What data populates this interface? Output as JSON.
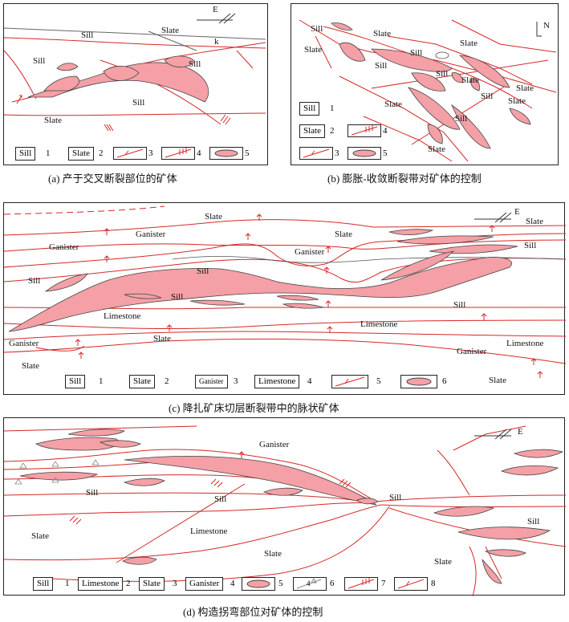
{
  "panel_a": {
    "caption": "(a)  产于交叉断裂部位的矿体",
    "compass": "E",
    "labels": {
      "sill1": "Sill",
      "slate1": "Slate",
      "sill2": "Sill",
      "sill3": "Sill",
      "sill4": "Sill",
      "slate2": "Slate",
      "k": "k"
    },
    "legend": {
      "sill": "Sill",
      "slate": "Slate",
      "n1": "1",
      "n2": "2",
      "n3": "3",
      "n4": "4",
      "n5": "5"
    }
  },
  "panel_b": {
    "caption": "(b)  膨胀-收敛断裂带对矿体的控制",
    "compass": "N",
    "labels": {
      "sill1": "Sill",
      "slate1": "Slate",
      "slate2": "Slate",
      "sill2": "Sill",
      "sill3": "Sill",
      "slate3": "Slate",
      "slate4": "Slate",
      "sill4": "Sill",
      "slate5": "Slate",
      "sill5": "Sill",
      "sill6": "Sill",
      "slate6": "Slate",
      "slate7": "Slate",
      "slate8": "Slate"
    },
    "legend": {
      "sill": "Sill",
      "slate": "Slate",
      "n1": "1",
      "n2": "2",
      "n3": "3",
      "n4": "4",
      "n5": "5"
    }
  },
  "panel_c": {
    "caption": "(c)  降扎矿床切层断裂带中的脉状矿体",
    "compass": "E",
    "labels": {
      "slate1": "Slate",
      "slate2": "Slate",
      "slate3": "Slate",
      "ganister1": "Ganister",
      "ganister2": "Ganister",
      "ganister3": "Ganister",
      "sill1": "Sill",
      "sill2": "Sill",
      "sill3": "Sill",
      "sill4": "Sill",
      "sill5": "Sill",
      "limestone1": "Limestone",
      "limestone2": "Limestone",
      "limestone3": "Limestone",
      "ganister4": "Ganister",
      "ganister5": "Ganister",
      "slate4": "Slate",
      "slate5": "Slate",
      "slate6": "Slate"
    },
    "legend": {
      "sill": "Sill",
      "slate": "Slate",
      "ganister": "Ganister",
      "limestone": "Limestone",
      "n1": "1",
      "n2": "2",
      "n3": "3",
      "n4": "4",
      "n5": "5",
      "n6": "6"
    }
  },
  "panel_d": {
    "caption": "(d)  构造拐弯部位对矿体的控制",
    "compass": "E",
    "labels": {
      "ganister1": "Ganister",
      "sill1": "Sill",
      "sill2": "Sill",
      "sill3": "Sill",
      "sill4": "Sill",
      "limestone1": "Limestone",
      "slate1": "Slate",
      "slate2": "Slate",
      "slate3": "Slate"
    },
    "legend": {
      "sill": "Sill",
      "limestone": "Limestone",
      "slate": "Slate",
      "ganister": "Ganister",
      "n1": "1",
      "n2": "2",
      "n3": "3",
      "n4": "4",
      "n5": "5",
      "n6": "6",
      "n7": "7",
      "n8": "8",
      "tri": "4"
    }
  },
  "colors": {
    "fault": "#d62828",
    "ore": "#f4a0a6",
    "ore_stroke": "#444444",
    "contact": "#555555"
  }
}
